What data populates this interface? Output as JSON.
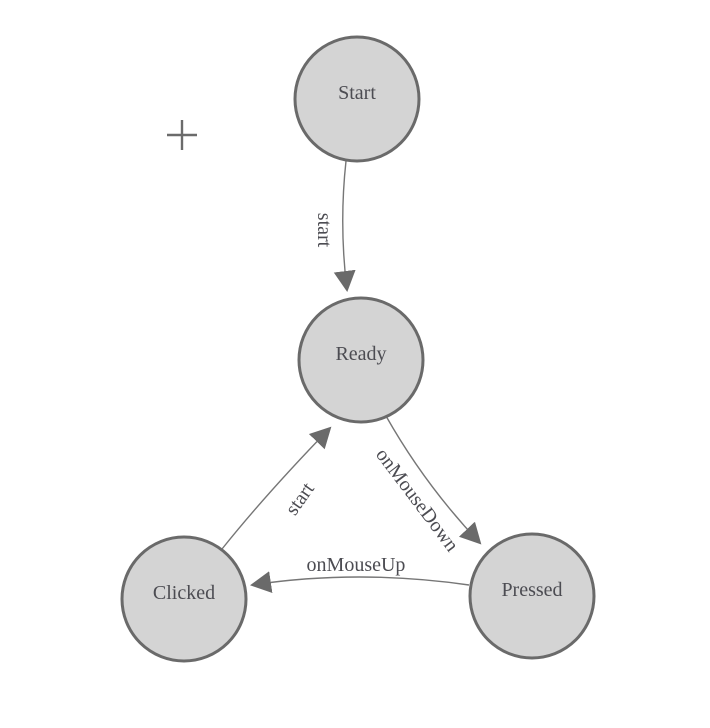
{
  "colors": {
    "canvas-bg": "#ffffff",
    "node-fill": "#d4d4d4",
    "node-stroke": "#6a6a6a",
    "edge-stroke": "#767676",
    "arrow-fill": "#6a6a6a",
    "label-text": "#4c4c52",
    "cross-color": "#6b6b6b"
  },
  "diagram": {
    "nodes": [
      {
        "id": "start",
        "label": "Start"
      },
      {
        "id": "ready",
        "label": "Ready"
      },
      {
        "id": "clicked",
        "label": "Clicked"
      },
      {
        "id": "pressed",
        "label": "Pressed"
      }
    ],
    "edges": [
      {
        "from": "start",
        "to": "ready",
        "label": "start"
      },
      {
        "from": "clicked",
        "to": "ready",
        "label": "start"
      },
      {
        "from": "ready",
        "to": "pressed",
        "label": "onMouseDown"
      },
      {
        "from": "pressed",
        "to": "clicked",
        "label": "onMouseUp"
      }
    ],
    "icons": [
      {
        "name": "origin-cross",
        "shape": "plus"
      }
    ]
  }
}
